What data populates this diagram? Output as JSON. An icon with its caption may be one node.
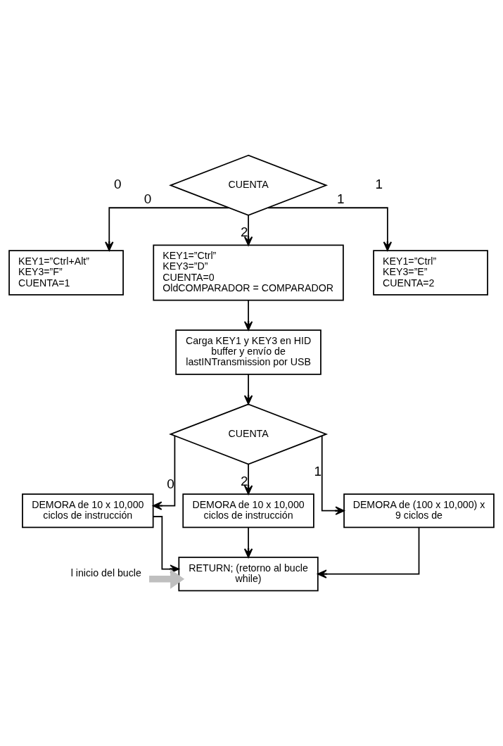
{
  "diagram": {
    "nodes": [
      {
        "text": [
          "CUENTA"
        ]
      },
      {
        "text": [
          "KEY1=”Ctrl+Alt”",
          "KEY3=”F”",
          "CUENTA=1"
        ]
      },
      {
        "text": [
          "KEY1=”Ctrl”",
          "KEY3=”D”",
          "CUENTA=0",
          "OldCOMPARADOR = COMPARADOR"
        ]
      },
      {
        "text": [
          "KEY1=”Ctrl”",
          "KEY3=”E”",
          "CUENTA=2"
        ]
      },
      {
        "text": [
          "Carga KEY1 y KEY3 en HID buffer y envío de lastINTransmission por USB"
        ]
      },
      {
        "text": [
          "CUENTA"
        ]
      },
      {
        "text": [
          "DEMORA de 10 x 10,000 ciclos de instrucción"
        ]
      },
      {
        "text": [
          "DEMORA de 10 x 10,000 ciclos de instrucción"
        ]
      },
      {
        "text": [
          "DEMORA de (100 x 10,000) x 9 ciclos de"
        ]
      },
      {
        "text": [
          "RETURN; (retorno al bucle while)"
        ]
      },
      {
        "text": [
          "l inicio del bucle"
        ]
      }
    ],
    "edges": [
      {
        "from": 0,
        "to": 1,
        "arrow": "to",
        "label": "0"
      },
      {
        "from": 0,
        "to": 2,
        "arrow": "to",
        "label": "2"
      },
      {
        "from": 0,
        "to": 3,
        "arrow": "to",
        "label": "1"
      },
      {
        "from": 2,
        "to": 4,
        "arrow": "to"
      },
      {
        "from": 4,
        "to": 5,
        "arrow": "to"
      },
      {
        "from": 5,
        "to": 6,
        "arrow": "to",
        "label": "0"
      },
      {
        "from": 5,
        "to": 7,
        "arrow": "to",
        "label": "2"
      },
      {
        "from": 5,
        "to": 8,
        "arrow": "to",
        "label": "1"
      },
      {
        "from": 6,
        "to": 9,
        "arrow": "to"
      },
      {
        "from": 7,
        "to": 9,
        "arrow": "to"
      },
      {
        "from": 8,
        "to": 9,
        "arrow": "to"
      },
      {
        "from": 10,
        "to": 9,
        "arrow": "to",
        "style": "thick",
        "color": "#bfbfbf"
      }
    ],
    "labels": [
      "0",
      "1"
    ]
  }
}
